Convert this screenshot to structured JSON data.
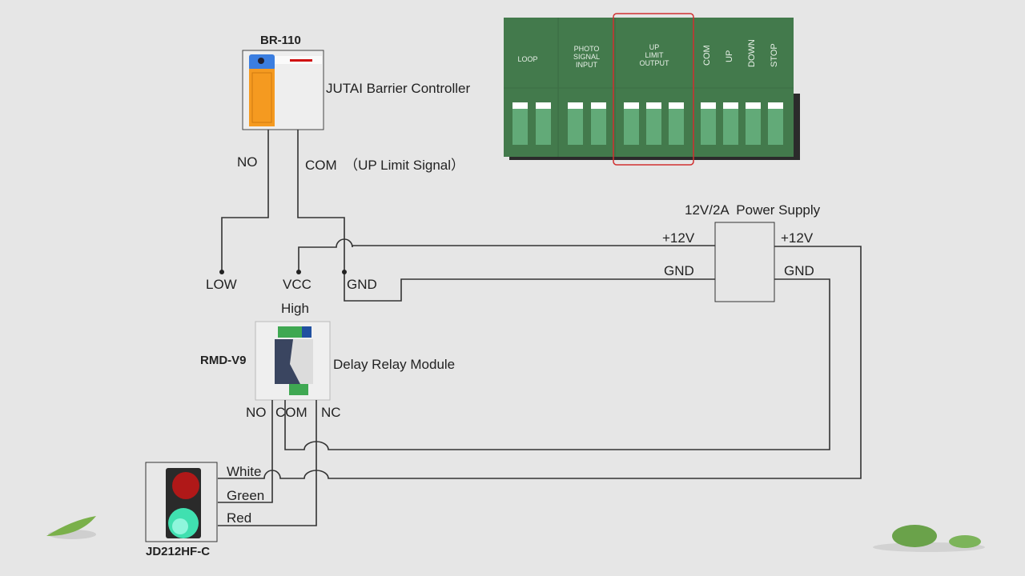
{
  "barrier": {
    "model": "BR-110",
    "name": "JUTAI Barrier Controller",
    "no_label": "NO",
    "com_label": "COM  （UP Limit Signal）"
  },
  "terminal_block": {
    "groups": [
      "LOOP",
      "PHOTO\nSIGNAL\nINPUT",
      "UP\nLIMIT\nOUTPUT"
    ],
    "vertical_labels": [
      "COM",
      "UP",
      "DOWN",
      "STOP"
    ],
    "highlight_color": "#d03030",
    "block_color": "#437a4c"
  },
  "relay_inputs": {
    "low": "LOW",
    "vcc": "VCC",
    "gnd": "GND",
    "high": "High"
  },
  "relay": {
    "model": "RMD-V9",
    "name": "Delay Relay Module",
    "no": "NO",
    "com": "COM",
    "nc": "NC"
  },
  "power_supply": {
    "title": "12V/2A  Power Supply",
    "left_plus": "+12V",
    "left_gnd": "GND",
    "right_plus": "+12V",
    "right_gnd": "GND"
  },
  "traffic_light": {
    "model": "JD212HF-C",
    "white": "White",
    "green": "Green",
    "red": "Red"
  }
}
